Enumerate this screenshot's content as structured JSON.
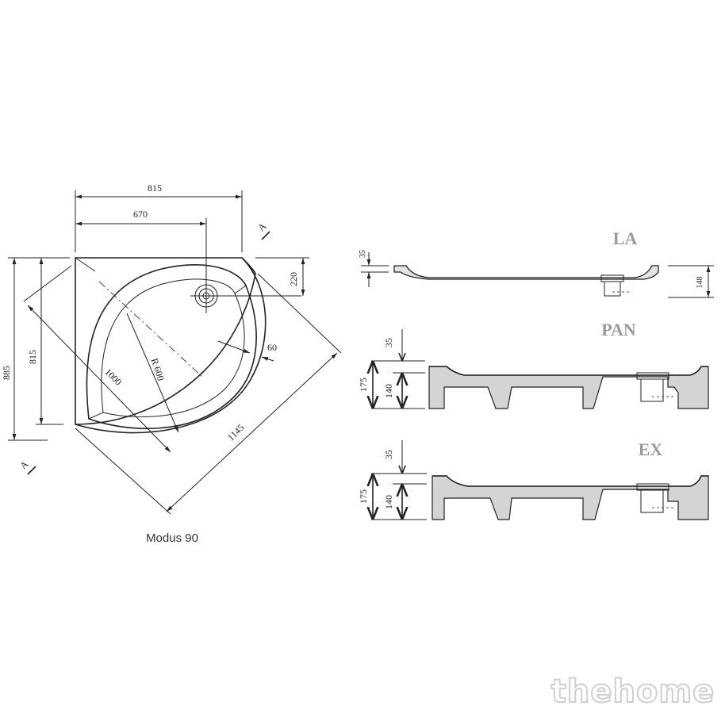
{
  "plan": {
    "dim_width_outer": "815",
    "dim_width_inner": "670",
    "dim_height_outer": "885",
    "dim_height_inner": "815",
    "dim_drain": "220",
    "dim_rim": "60",
    "dim_radius": "R 600",
    "dim_diag_inner": "1000",
    "dim_diag_outer": "1145",
    "section_marker_top": "A",
    "section_marker_bottom": "A",
    "caption": "Modus 90"
  },
  "sections": {
    "la": {
      "label": "LA",
      "dim_rim": "35",
      "dim_height": "148"
    },
    "pan": {
      "label": "PAN",
      "dim_rim": "35",
      "dim_total": "175",
      "dim_base": "140"
    },
    "ex": {
      "label": "EX",
      "dim_rim": "35",
      "dim_total": "175",
      "dim_base": "140"
    }
  },
  "watermark": "thehome"
}
